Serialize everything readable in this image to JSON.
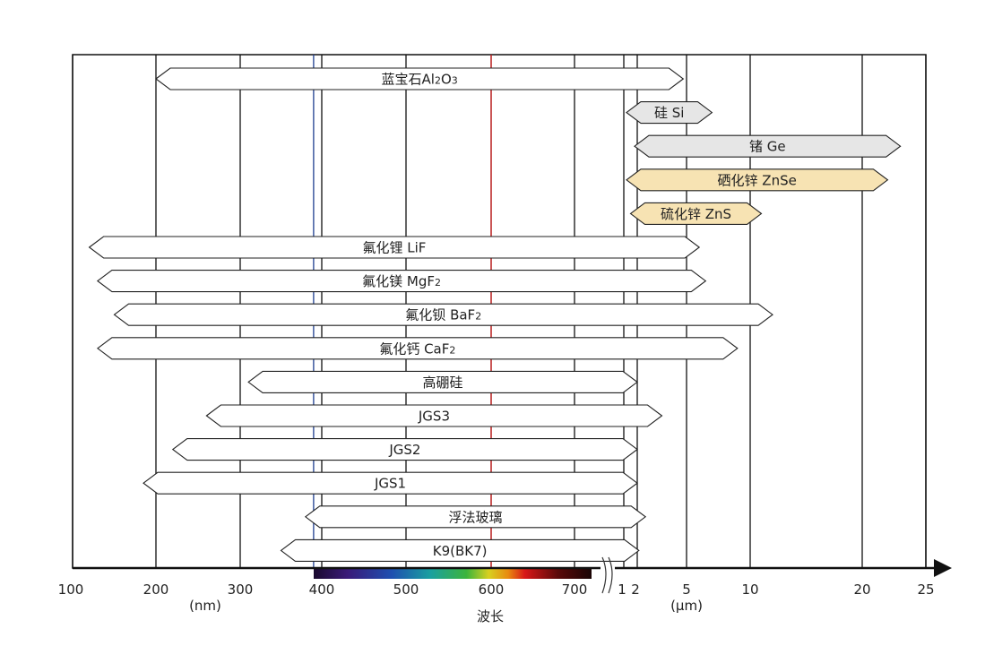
{
  "chart_data": {
    "type": "range-bar",
    "x_scale": "segmented",
    "x_unit_nm": "(nm)",
    "x_unit_um": "(µm)",
    "xlabel": "波长",
    "ticks": [
      {
        "value": 100,
        "label": "100"
      },
      {
        "value": 200,
        "label": "200"
      },
      {
        "value": 300,
        "label": "300"
      },
      {
        "value": 400,
        "label": "400"
      },
      {
        "value": 500,
        "label": "500"
      },
      {
        "value": 600,
        "label": "600"
      },
      {
        "value": 700,
        "label": "700"
      },
      {
        "value": 1000,
        "label": "1"
      },
      {
        "value": 2000,
        "label": "2"
      },
      {
        "value": 5000,
        "label": "5"
      },
      {
        "value": 10000,
        "label": "10"
      },
      {
        "value": 20000,
        "label": "20"
      },
      {
        "value": 25000,
        "label": "25"
      }
    ],
    "reference_lines": [
      {
        "value": 390,
        "color": "#1f3f8f"
      },
      {
        "value": 600,
        "color": "#d42020"
      }
    ],
    "spectrum_range": [
      390,
      720
    ],
    "bars": [
      {
        "name": "蓝宝石Al₂O₃",
        "label": "蓝宝石Al",
        "sub1": "2",
        "mid": "O",
        "sub2": "3",
        "start": 200,
        "end": 4800,
        "fill": "#ffffff"
      },
      {
        "name": "硅 Si",
        "label": "硅 Si",
        "start": 1200,
        "end": 7000,
        "fill": "#e6e6e6"
      },
      {
        "name": "锗 Ge",
        "label": "锗 Ge",
        "start": 1800,
        "end": 23000,
        "fill": "#e6e6e6"
      },
      {
        "name": "硒化锌 ZnSe",
        "label": "硒化锌 ZnSe",
        "start": 1200,
        "end": 22000,
        "fill": "#f7e3b3"
      },
      {
        "name": "硫化锌 ZnS",
        "label": "硫化锌 ZnS",
        "start": 1500,
        "end": 11000,
        "fill": "#f7e3b3"
      },
      {
        "name": "氟化锂 LiF",
        "label": "氟化锂 LiF",
        "start": 120,
        "end": 6000,
        "fill": "#ffffff"
      },
      {
        "name": "氟化镁 MgF₂",
        "label": "氟化镁 MgF",
        "sub1": "2",
        "start": 130,
        "end": 6500,
        "fill": "#ffffff"
      },
      {
        "name": "氟化钡 BaF₂",
        "label": "氟化钡 BaF",
        "sub1": "2",
        "start": 150,
        "end": 12000,
        "fill": "#ffffff"
      },
      {
        "name": "氟化钙 CaF₂",
        "label": "氟化钙 CaF",
        "sub1": "2",
        "start": 130,
        "end": 9000,
        "fill": "#ffffff"
      },
      {
        "name": "高硼硅",
        "label": "高硼硅",
        "start": 310,
        "end": 2000,
        "fill": "#ffffff"
      },
      {
        "name": "JGS3",
        "label": "JGS3",
        "start": 260,
        "end": 3500,
        "fill": "#ffffff"
      },
      {
        "name": "JGS2",
        "label": "JGS2",
        "start": 220,
        "end": 2000,
        "fill": "#ffffff"
      },
      {
        "name": "JGS1",
        "label": "JGS1",
        "start": 185,
        "end": 2000,
        "fill": "#ffffff"
      },
      {
        "name": "浮法玻璃",
        "label": "浮法玻璃",
        "start": 380,
        "end": 2500,
        "fill": "#ffffff"
      },
      {
        "name": "K9(BK7)",
        "label": "K9(BK7)",
        "start": 350,
        "end": 2100,
        "fill": "#ffffff"
      }
    ]
  }
}
